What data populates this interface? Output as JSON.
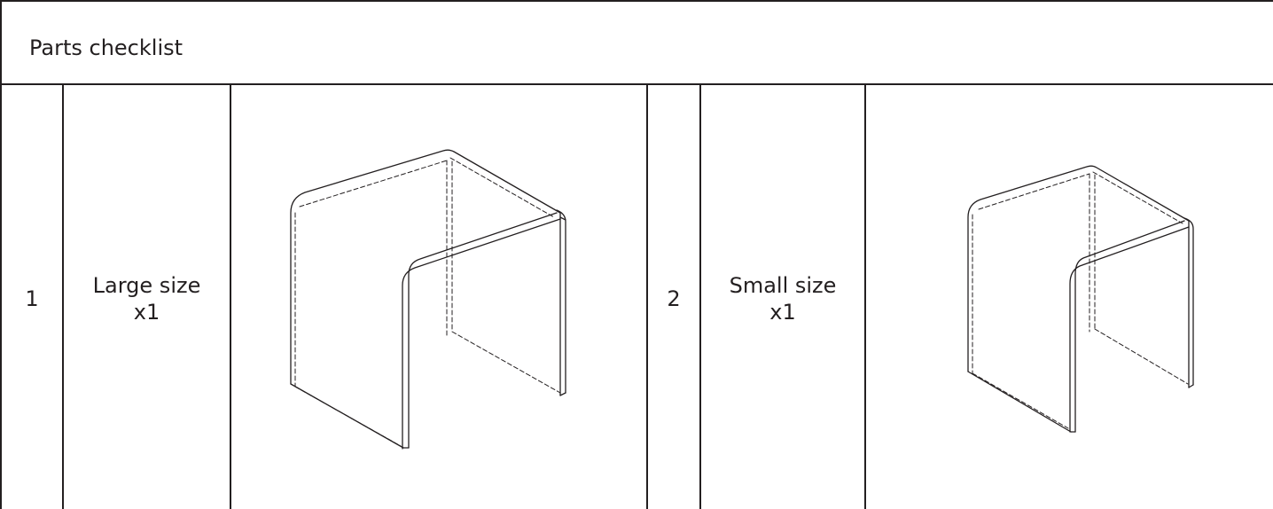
{
  "header": {
    "title": "Parts checklist"
  },
  "parts": [
    {
      "number": "1",
      "name": "Large size",
      "quantity": "x1",
      "icon": "large-u-table-icon"
    },
    {
      "number": "2",
      "name": "Small size",
      "quantity": "x1",
      "icon": "small-u-table-icon"
    }
  ],
  "colors": {
    "line": "#231f20",
    "background": "#ffffff"
  }
}
